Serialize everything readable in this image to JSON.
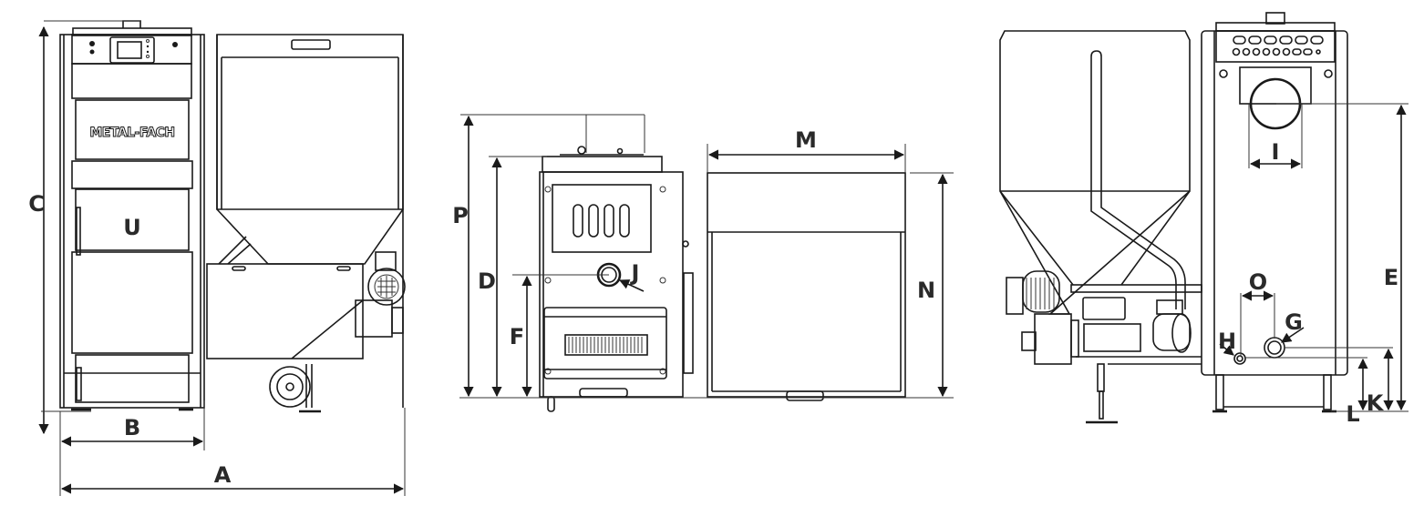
{
  "diagram": {
    "type": "technical-dimension-drawing",
    "subject": "pellet boiler with fuel hopper",
    "colors": {
      "line": "#1a1a1a",
      "label": "#2a2a2a",
      "background": "#ffffff"
    }
  },
  "views": [
    {
      "name": "front-view",
      "brand_label": "METAL-FACH",
      "dimension_labels": {
        "A": "A",
        "B": "B",
        "C": "C",
        "U": "U"
      }
    },
    {
      "name": "side-view",
      "dimension_labels": {
        "P": "P",
        "D": "D",
        "F": "F",
        "J": "J",
        "M": "M",
        "N": "N"
      }
    },
    {
      "name": "rear-view",
      "dimension_labels": {
        "I": "I",
        "E": "E",
        "O": "O",
        "G": "G",
        "H": "H",
        "L": "L",
        "K": "K"
      }
    }
  ]
}
